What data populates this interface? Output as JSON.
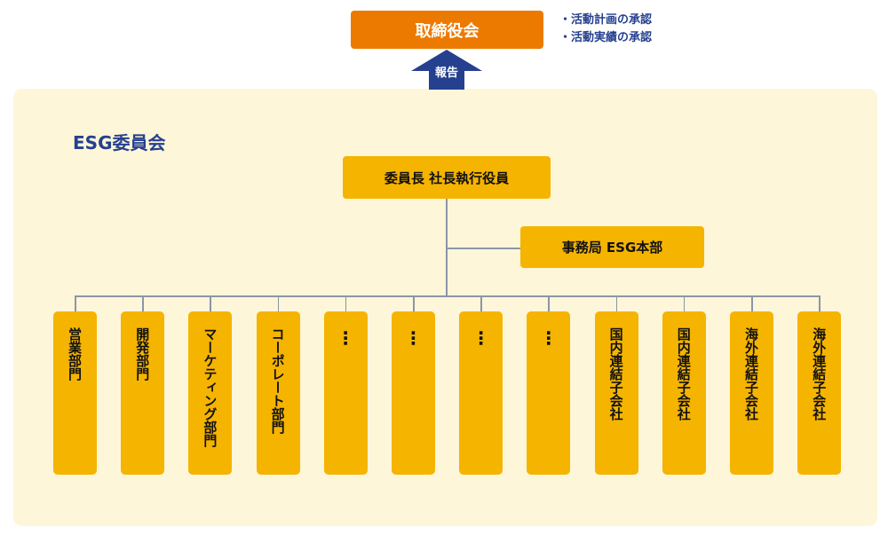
{
  "board": {
    "label": "取締役会",
    "notes": [
      "・活動計画の承認",
      "・活動実績の承認"
    ]
  },
  "report_arrow": {
    "label": "報告",
    "color": "#25408f"
  },
  "committee": {
    "title": "ESG委員会",
    "chair": "委員長 社長執行役員",
    "secretariat": "事務局 ESG本部"
  },
  "units": [
    "営業部門",
    "開発部門",
    "マーケティング部門",
    "コーポレート部門",
    "⋮",
    "⋮",
    "⋮",
    "⋮",
    "国内連結子会社",
    "国内連結子会社",
    "海外連結子会社",
    "海外連結子会社"
  ],
  "colors": {
    "board": "#ed7a00",
    "box": "#f5b400",
    "panel": "#fef6d8",
    "navy": "#25408f",
    "line": "#8c95a8"
  }
}
